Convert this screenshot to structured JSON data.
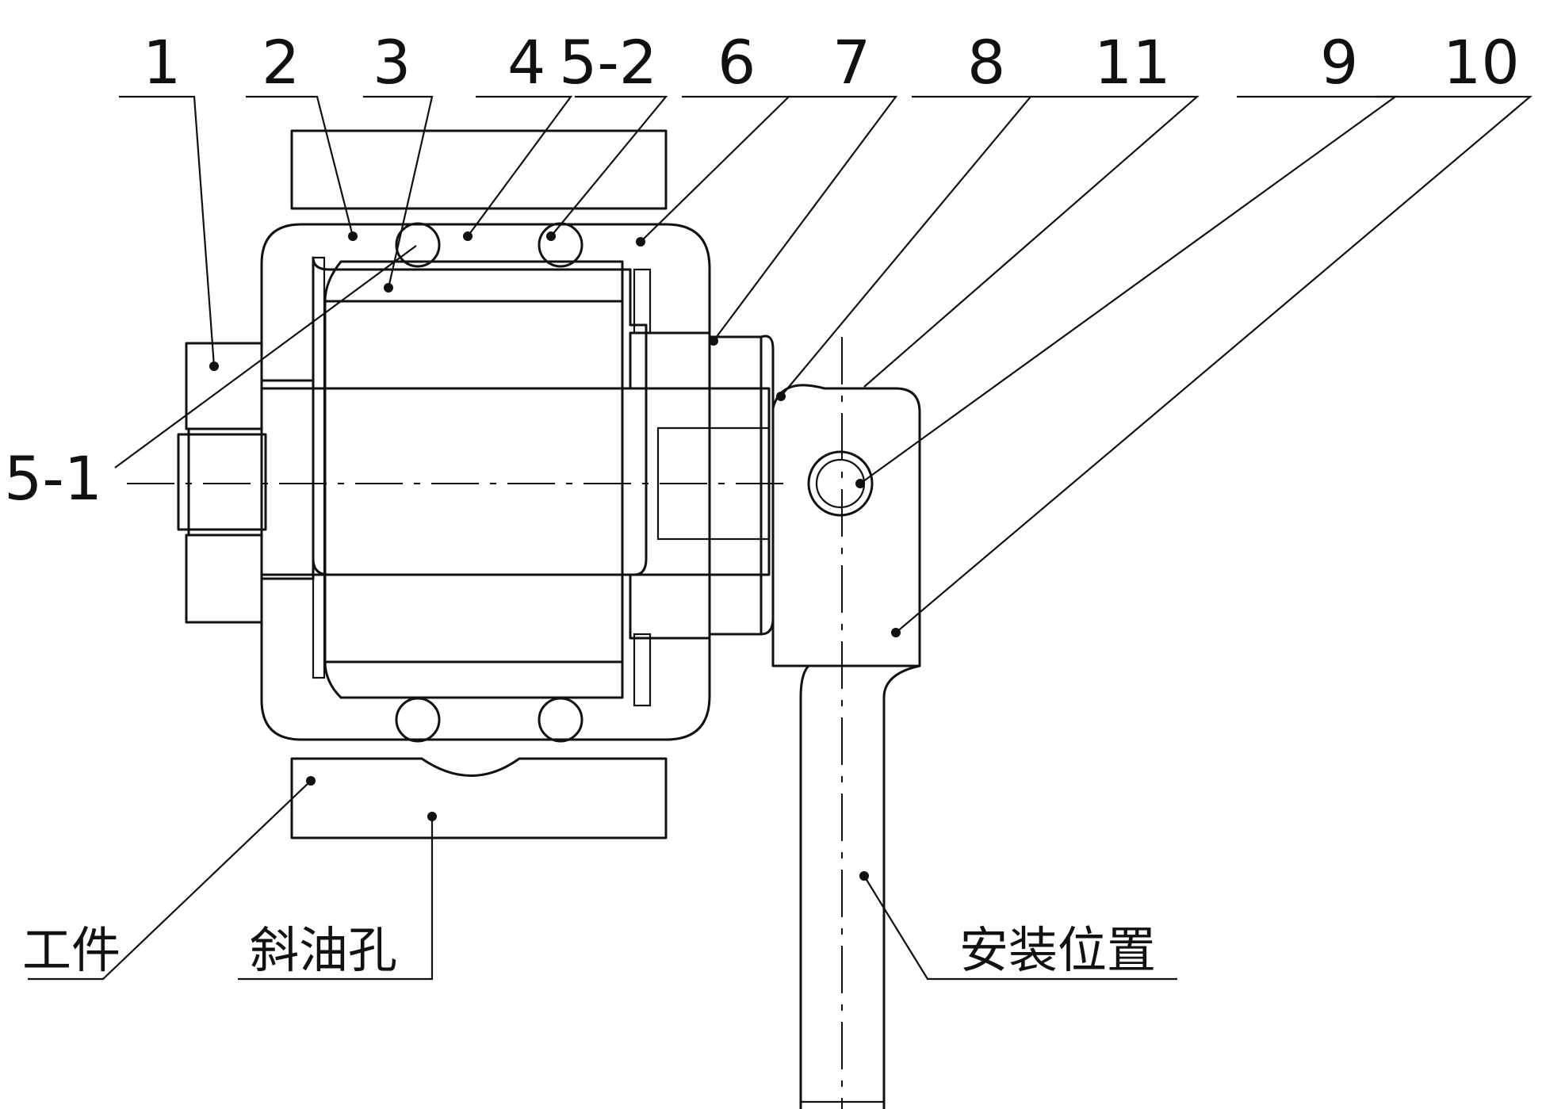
{
  "labels": {
    "l1": "1",
    "l2": "2",
    "l3": "3",
    "l4": "4",
    "l52": "5-2",
    "l6": "6",
    "l7": "7",
    "l8": "8",
    "l11": "11",
    "l9": "9",
    "l10": "10",
    "l51": "5-1",
    "workpiece": "工件",
    "oil_hole": "斜油孔",
    "install_position": "安装位置"
  },
  "colors": {
    "line": "#111111",
    "background": "#ffffff"
  }
}
